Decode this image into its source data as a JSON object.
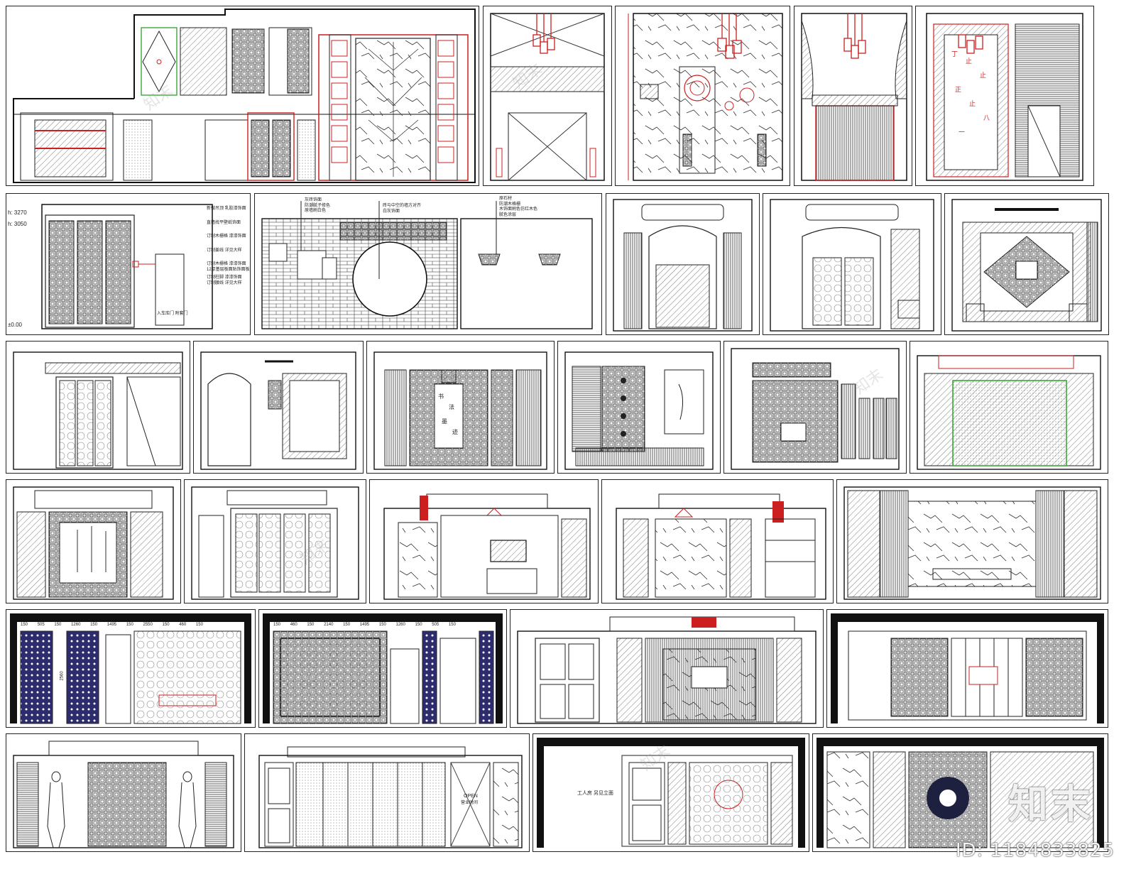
{
  "sheet2": {
    "levels": [
      "h: 3270",
      "h: 3050",
      "±0.00"
    ],
    "notes": [
      "新做吊顶 乳胶漆饰面",
      "直墙找平壁纸饰面",
      "订制木栅格 漆漆饰面",
      "订制姜线 详见大样",
      "订制木栅格 漆漆饰面",
      "12厚基层板面贴饰面板",
      "订制柱脚 漆漆饰面",
      "订制腰线 详见大样"
    ],
    "door_note": "入车库门 附套门"
  },
  "sheet3": {
    "notes_left": [
      "灰砖饰面",
      "防潮腻子修色",
      "原墙刷白色"
    ],
    "notes_mid": [
      "砖与中空的墙方对齐",
      "白灰饰面"
    ],
    "notes_right": [
      "原石材",
      "防潮木格栅",
      "木饰面刷色仿红木色",
      "腻色涂层"
    ]
  },
  "sheet25": {
    "dims": [
      "150",
      "505",
      "150",
      "1260",
      "150",
      "1495",
      "150",
      "2550",
      "150",
      "460",
      "150"
    ],
    "height_dim": "2560"
  },
  "sheet26": {
    "dims": [
      "150",
      "460",
      "150",
      "2140",
      "150",
      "1495",
      "150",
      "1260",
      "150",
      "505",
      "150"
    ]
  },
  "sheet30": {
    "sign_text": "OPEN",
    "sign_sub": "营业时间"
  },
  "sheet31": {
    "note": "工人房 另见立面"
  },
  "watermark": {
    "logo": "知末",
    "id_text": "ID: 1184833825"
  },
  "colors": {
    "line": "#1a1a1a",
    "accent_red": "#cc1f1f",
    "accent_green": "#3aa83a",
    "panel_navy": "#2c2c6e",
    "hatch": "#555555"
  }
}
